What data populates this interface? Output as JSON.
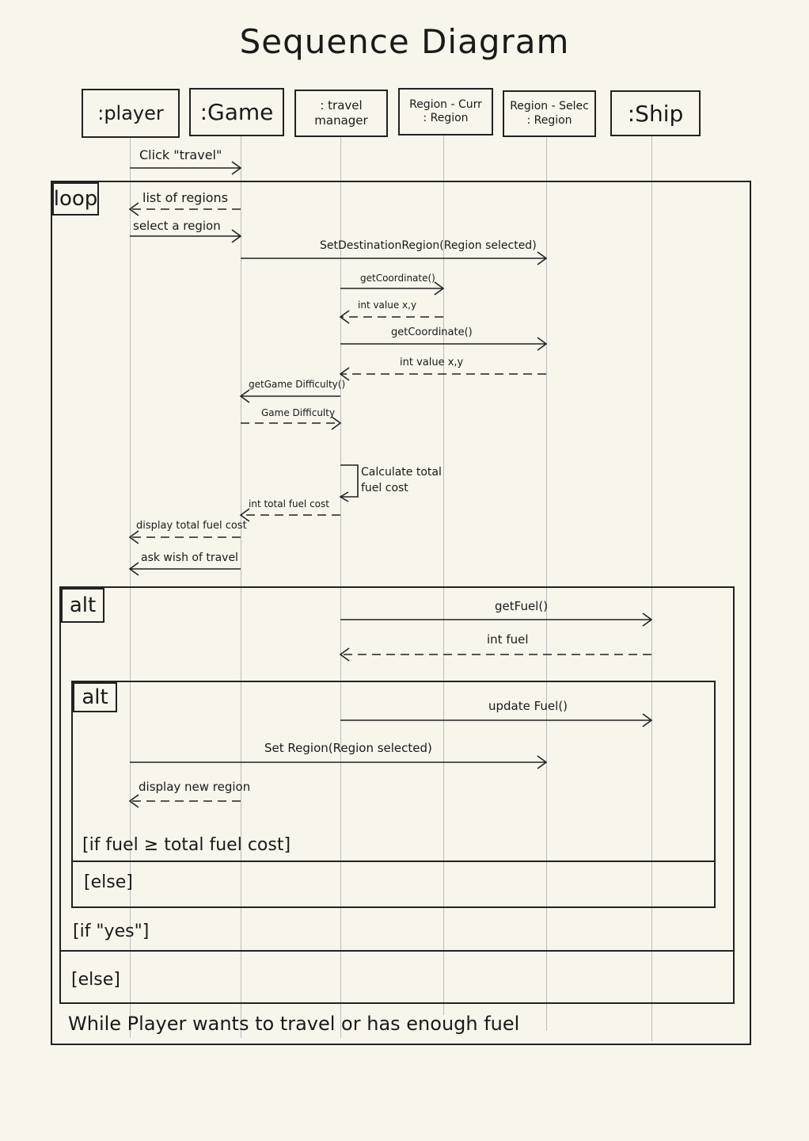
{
  "title": "Sequence Diagram",
  "participants": [
    {
      "id": "player",
      "lines": [
        ":player"
      ]
    },
    {
      "id": "game",
      "lines": [
        ":Game"
      ]
    },
    {
      "id": "travel-manager",
      "lines": [
        ": travel",
        "manager"
      ]
    },
    {
      "id": "region-curr",
      "lines": [
        "Region - Curr",
        ": Region"
      ]
    },
    {
      "id": "region-selec",
      "lines": [
        "Region - Selec",
        ": Region"
      ]
    },
    {
      "id": "ship",
      "lines": [
        ":Ship"
      ]
    }
  ],
  "messages": [
    {
      "from": "player",
      "to": "game",
      "label": "Click \"travel\"",
      "style": "solid"
    },
    {
      "from": "game",
      "to": "player",
      "label": "list of regions",
      "style": "dashed"
    },
    {
      "from": "player",
      "to": "game",
      "label": "select a region",
      "style": "solid"
    },
    {
      "from": "game",
      "to": "region-selec",
      "label": "SetDestinationRegion(Region selected)",
      "style": "solid"
    },
    {
      "from": "travel-manager",
      "to": "region-curr",
      "label": "getCoordinate()",
      "style": "solid"
    },
    {
      "from": "region-curr",
      "to": "travel-manager",
      "label": "int value x,y",
      "style": "dashed"
    },
    {
      "from": "travel-manager",
      "to": "region-selec",
      "label": "getCoordinate()",
      "style": "solid"
    },
    {
      "from": "region-selec",
      "to": "travel-manager",
      "label": "int value x,y",
      "style": "dashed"
    },
    {
      "from": "travel-manager",
      "to": "game",
      "label": "getGame Difficulty()",
      "style": "solid"
    },
    {
      "from": "game",
      "to": "travel-manager",
      "label": "Game Difficulty",
      "style": "dashed"
    },
    {
      "from": "travel-manager",
      "to": "travel-manager",
      "label": "Calculate total fuel cost",
      "style": "self"
    },
    {
      "from": "travel-manager",
      "to": "game",
      "label": "int total fuel cost",
      "style": "dashed"
    },
    {
      "from": "game",
      "to": "player",
      "label": "display total fuel cost",
      "style": "dashed"
    },
    {
      "from": "game",
      "to": "player",
      "label": "ask wish of travel",
      "style": "solid"
    },
    {
      "from": "travel-manager",
      "to": "ship",
      "label": "getFuel()",
      "style": "solid"
    },
    {
      "from": "ship",
      "to": "travel-manager",
      "label": "int fuel",
      "style": "dashed"
    },
    {
      "from": "travel-manager",
      "to": "ship",
      "label": "update Fuel()",
      "style": "solid"
    },
    {
      "from": "player",
      "to": "region-selec",
      "label": "Set Region(Region selected)",
      "style": "solid"
    },
    {
      "from": "game",
      "to": "player",
      "label": "display new region",
      "style": "dashed"
    }
  ],
  "fragments": {
    "loop": {
      "tag": "loop",
      "condition": "While Player wants to travel or has enough fuel"
    },
    "alt_outer": {
      "tag": "alt",
      "guard_if": "[if \"yes\"]",
      "guard_else": "[else]"
    },
    "alt_inner": {
      "tag": "alt",
      "guard_if": "[if fuel ≥ total fuel cost]",
      "guard_else": "[else]"
    }
  }
}
